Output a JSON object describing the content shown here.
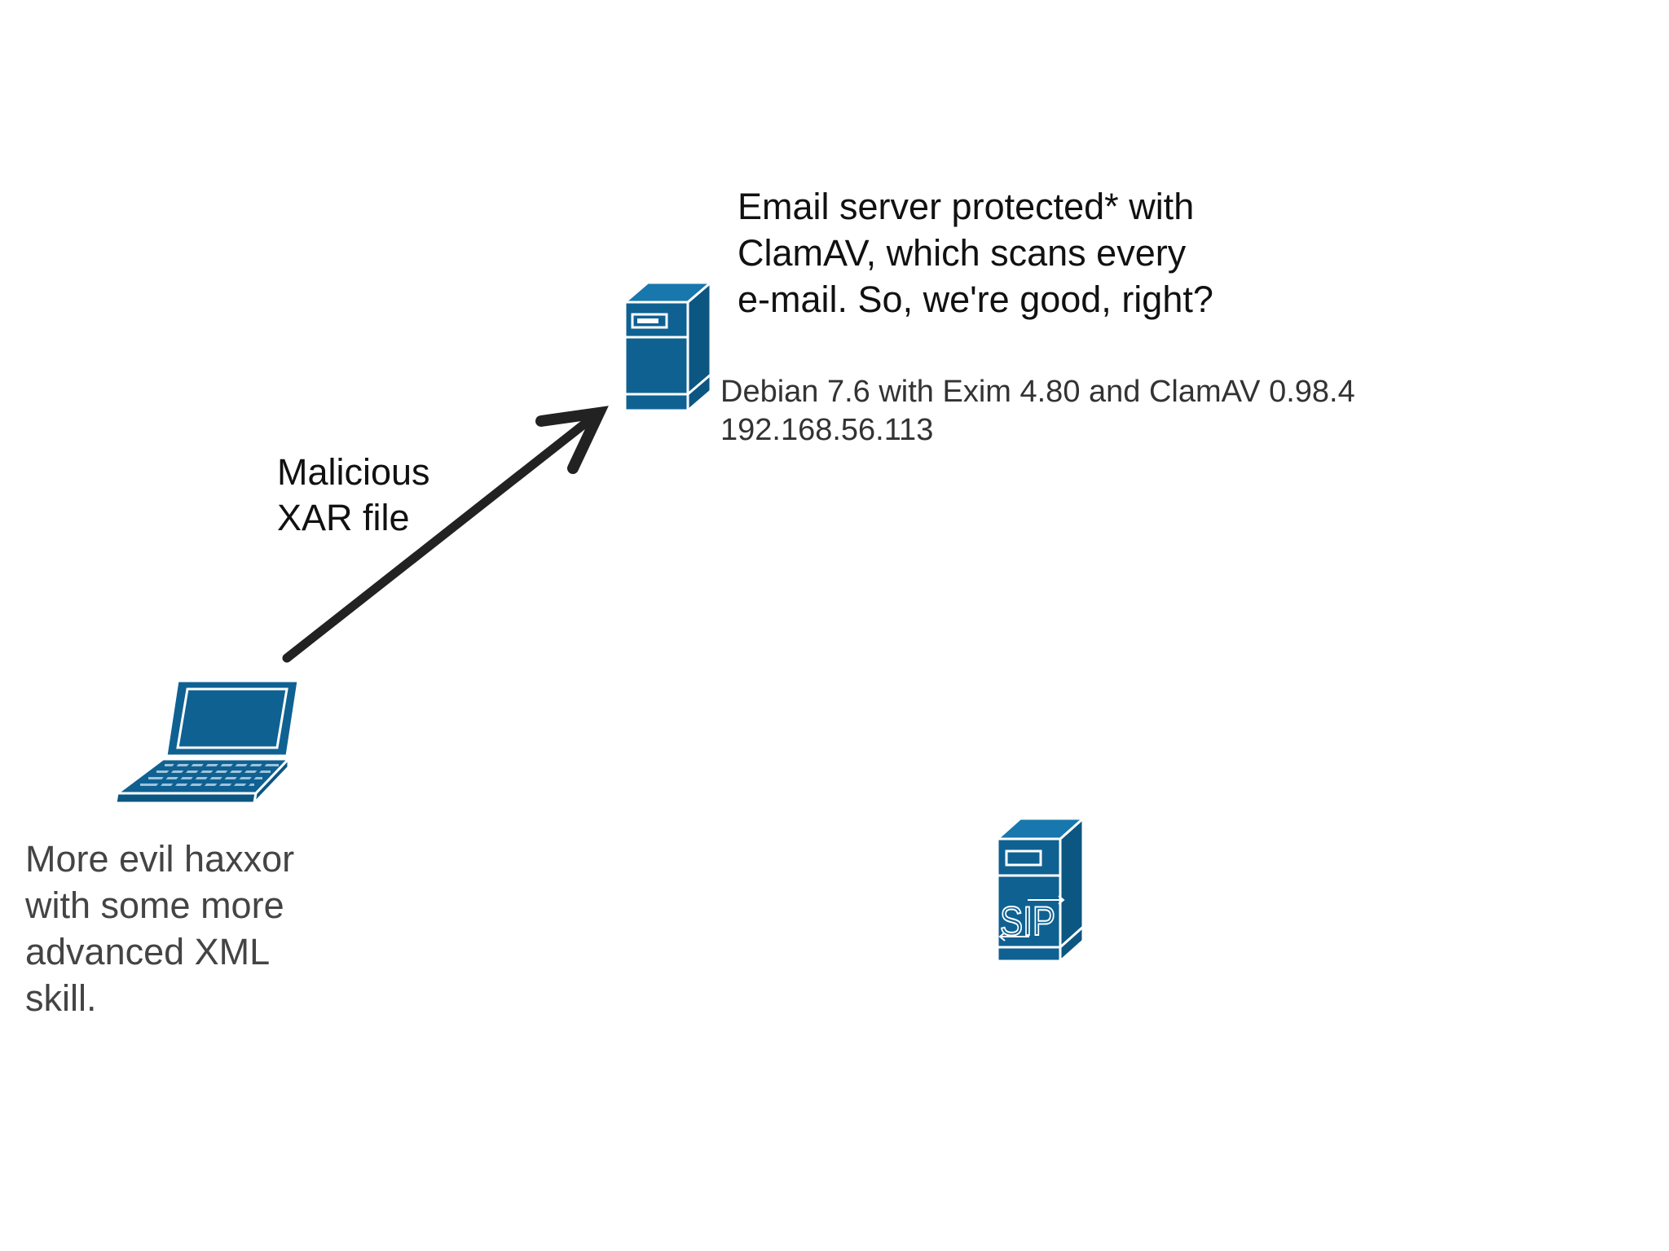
{
  "colors": {
    "device_fill": "#0f6192",
    "device_light": "#1877ad",
    "device_outline": "#ffffff",
    "arrow": "#222222",
    "text_dark": "#111111",
    "text_grey": "#444444"
  },
  "nodes": {
    "email_server": {
      "icon": "server-icon",
      "caption": "Email server protected* with\nClamAV, which scans every\ne-mail. So, we're good, right?",
      "details": "Debian 7.6 with Exim 4.80 and ClamAV 0.98.4\n192.168.56.113"
    },
    "attacker_laptop": {
      "icon": "laptop-icon",
      "caption": "More evil haxxor\nwith some more\nadvanced XML\nskill."
    },
    "sip_server": {
      "icon": "sip-server-icon",
      "badge": "SIP"
    }
  },
  "edges": [
    {
      "from": "attacker_laptop",
      "to": "email_server",
      "label": "Malicious\nXAR file"
    }
  ]
}
